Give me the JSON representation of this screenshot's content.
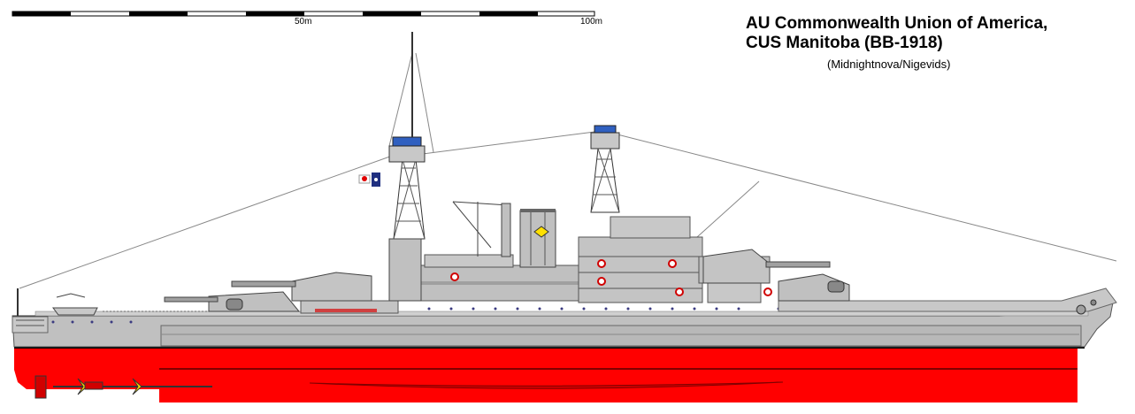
{
  "title_line1": "AU Commonwealth Union of America,",
  "title_line2": "CUS Manitoba (BB-1918)",
  "credit": "(Midnightnova/Nigevids)",
  "scale": {
    "label_mid": "50m",
    "label_end": "100m"
  },
  "colors": {
    "hull_grey": "#c0c0c0",
    "antifouling_red": "#ff0000",
    "boot_top": "#000000",
    "propeller": "#ffe000",
    "window_blue": "#3060c0"
  },
  "flags": [
    "maple-leaf-flag",
    "navy-jack-flag"
  ]
}
